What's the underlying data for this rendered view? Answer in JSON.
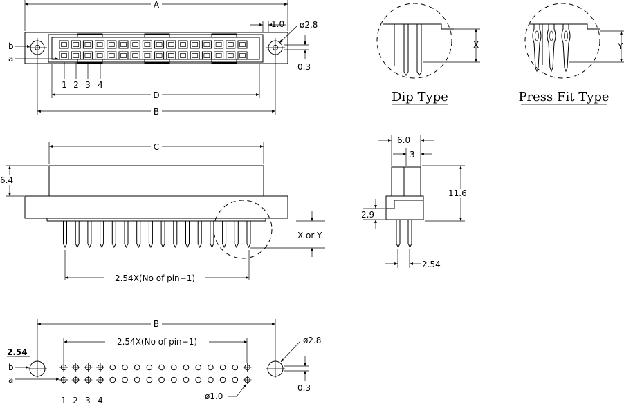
{
  "top_view": {
    "dim_a": "A",
    "dim_d": "D",
    "dim_b": "B",
    "dim_1_0": "1.0",
    "dim_hole": "ø2.8",
    "dim_0_3": "0.3",
    "row_b": "b",
    "row_a": "a",
    "pin_numbers": [
      "1",
      "2",
      "3",
      "4"
    ]
  },
  "detail_dip": {
    "dim_x": "X",
    "caption": "Dip Type"
  },
  "detail_press": {
    "dim_y": "Y",
    "caption": "Press Fit Type"
  },
  "front_view": {
    "dim_c": "C",
    "dim_height": "6.4",
    "dim_xy": "X or Y",
    "dim_pitch": "2.54X(No of pin−1)"
  },
  "side_view": {
    "dim_width": "6.0",
    "dim_half": "3",
    "dim_height": "11.6",
    "dim_base": "2.9",
    "dim_pitch": "2.54"
  },
  "footprint": {
    "dim_b": "B",
    "dim_pitch_total": "2.54X(No of pin−1)",
    "dim_hole": "ø2.8",
    "dim_row_pitch": "2.54",
    "row_b": "b",
    "row_a": "a",
    "dim_0_3": "0.3",
    "dim_pin_hole": "ø1.0",
    "pin_numbers": [
      "1",
      "2",
      "3",
      "4"
    ]
  }
}
